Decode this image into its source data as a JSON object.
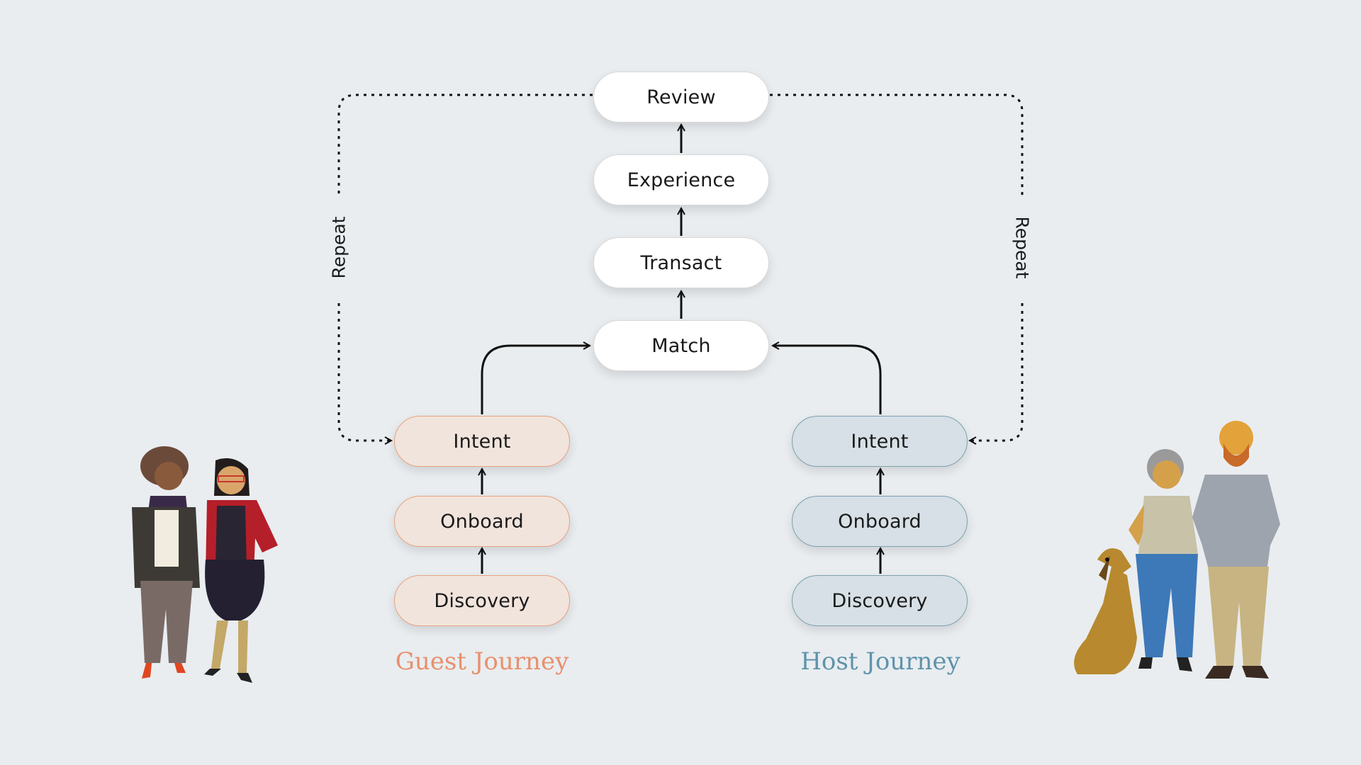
{
  "center_flow": {
    "review": "Review",
    "experience": "Experience",
    "transact": "Transact",
    "match": "Match"
  },
  "guest_journey": {
    "title": "Guest Journey",
    "intent": "Intent",
    "onboard": "Onboard",
    "discovery": "Discovery",
    "color": "#e8906c"
  },
  "host_journey": {
    "title": "Host Journey",
    "intent": "Intent",
    "onboard": "Onboard",
    "discovery": "Discovery",
    "color": "#5f93ab"
  },
  "loop": {
    "left_label": "Repeat",
    "right_label": "Repeat"
  },
  "illustrations": {
    "left": "two-women-illustration",
    "right": "couple-with-dog-illustration"
  }
}
